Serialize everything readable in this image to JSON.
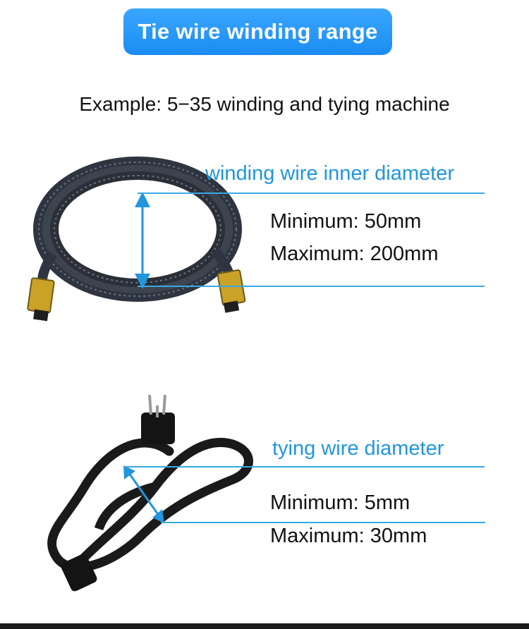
{
  "header": {
    "title": "Tie wire winding range"
  },
  "example": {
    "text": "Example: 5−35 winding and tying machine"
  },
  "winding": {
    "label": "winding wire inner diameter",
    "min": "Minimum: 50mm",
    "max": "Maximum: 200mm",
    "illustration_icon": "hdmi-cable-coil-icon"
  },
  "tying": {
    "label": "tying wire diameter",
    "min": "Minimum: 5mm",
    "max": "Maximum: 30mm",
    "illustration_icon": "power-cord-icon"
  },
  "colors": {
    "accent": "#1b8cf2",
    "label_blue": "#2196dc",
    "guide_line": "#3aa9e4",
    "text": "#111111",
    "cable_gold": "#c9a227"
  }
}
